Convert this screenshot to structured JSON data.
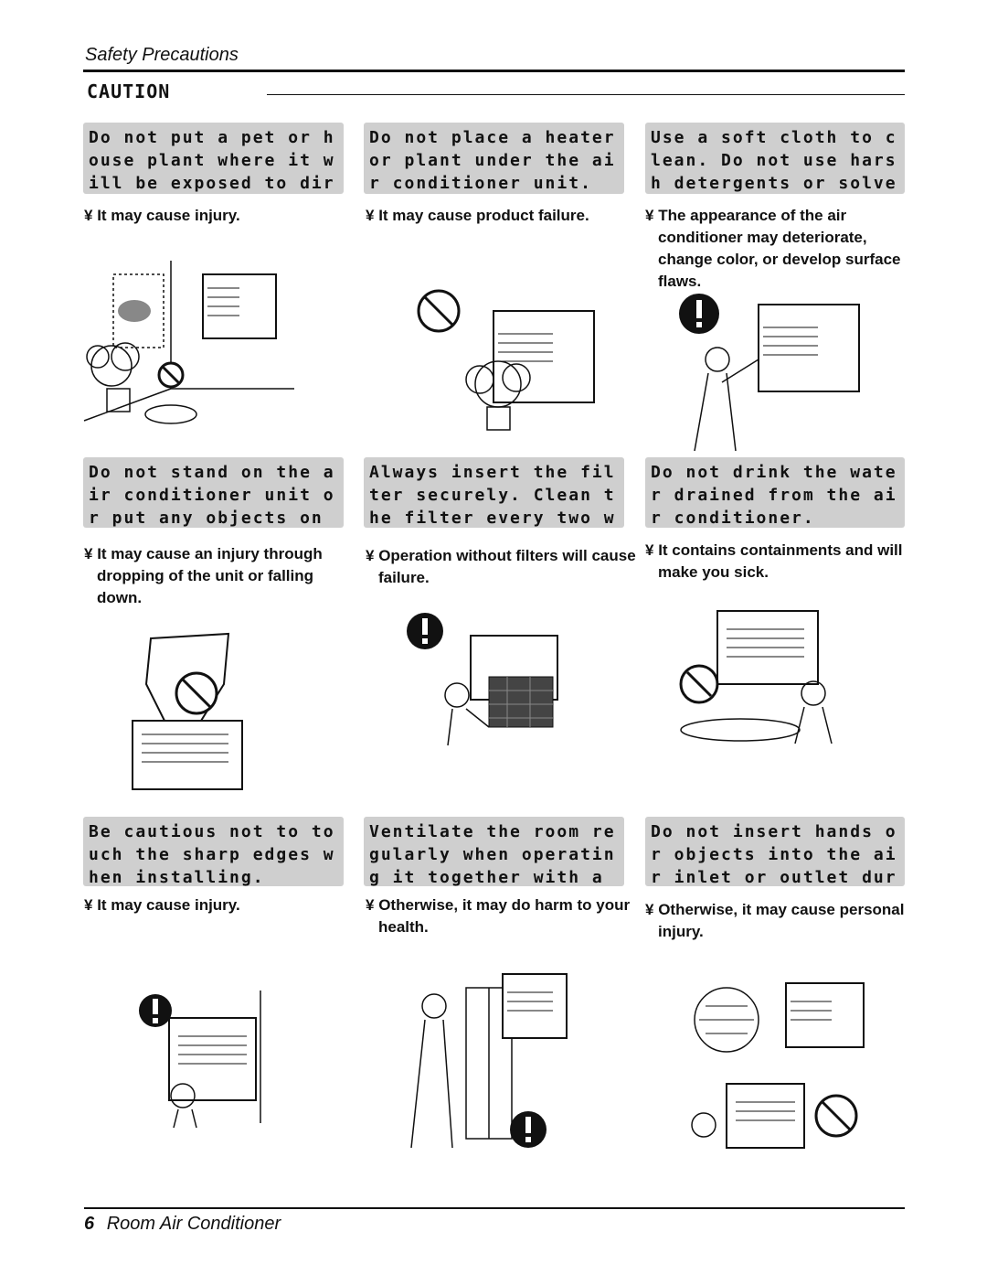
{
  "header": {
    "title": "Safety Precautions",
    "section_label": "CAUTION"
  },
  "rows": [
    {
      "cards": [
        {
          "heading": "Do not put a pet or house plant where it will be exposed to direct air flow.",
          "note": "It may cause injury.",
          "symbol": "prohibit",
          "icon": "pet-plant-airflow-illustration"
        },
        {
          "heading": "Do not place a heater or plant under the air conditioner unit.",
          "note": "It may cause product failure.",
          "symbol": "prohibit",
          "icon": "plant-under-unit-illustration"
        },
        {
          "heading": "Use a soft cloth to clean. Do not use harsh detergents or solvents.",
          "note": "The appearance of the air conditioner may deteriorate, change color, or develop surface flaws.",
          "symbol": "mandatory",
          "icon": "cleaning-with-cloth-illustration"
        }
      ]
    },
    {
      "cards": [
        {
          "heading": "Do not stand on the air conditioner unit or put any objects on it.",
          "note": "It may cause an injury through dropping of the unit or falling down.",
          "symbol": "prohibit",
          "icon": "objects-on-unit-illustration"
        },
        {
          "heading": "Always insert the filter securely. Clean the filter every two weeks.",
          "note": "Operation without filters will cause failure.",
          "symbol": "mandatory",
          "icon": "inserting-filter-illustration"
        },
        {
          "heading": "Do not drink the water drained from the air conditioner.",
          "note": "It contains containments and will make you sick.",
          "symbol": "prohibit",
          "icon": "drinking-drain-water-illustration"
        }
      ]
    },
    {
      "cards": [
        {
          "heading": "Be cautious not to touch the sharp edges when installing.",
          "note": "It may cause injury.",
          "symbol": "mandatory",
          "icon": "sharp-edges-illustration"
        },
        {
          "heading": "Ventilate the room regularly when operating it together with a stove.",
          "note": "Otherwise, it may do harm to your health.",
          "symbol": "mandatory",
          "icon": "ventilating-room-illustration"
        },
        {
          "heading": "Do not insert hands or objects into the air inlet or outlet during operation.",
          "note": "Otherwise, it may cause personal injury.",
          "symbol": "prohibit",
          "icon": "hand-in-inlet-illustration"
        }
      ]
    }
  ],
  "footer": {
    "page_number": "6",
    "title": "Room Air Conditioner"
  }
}
